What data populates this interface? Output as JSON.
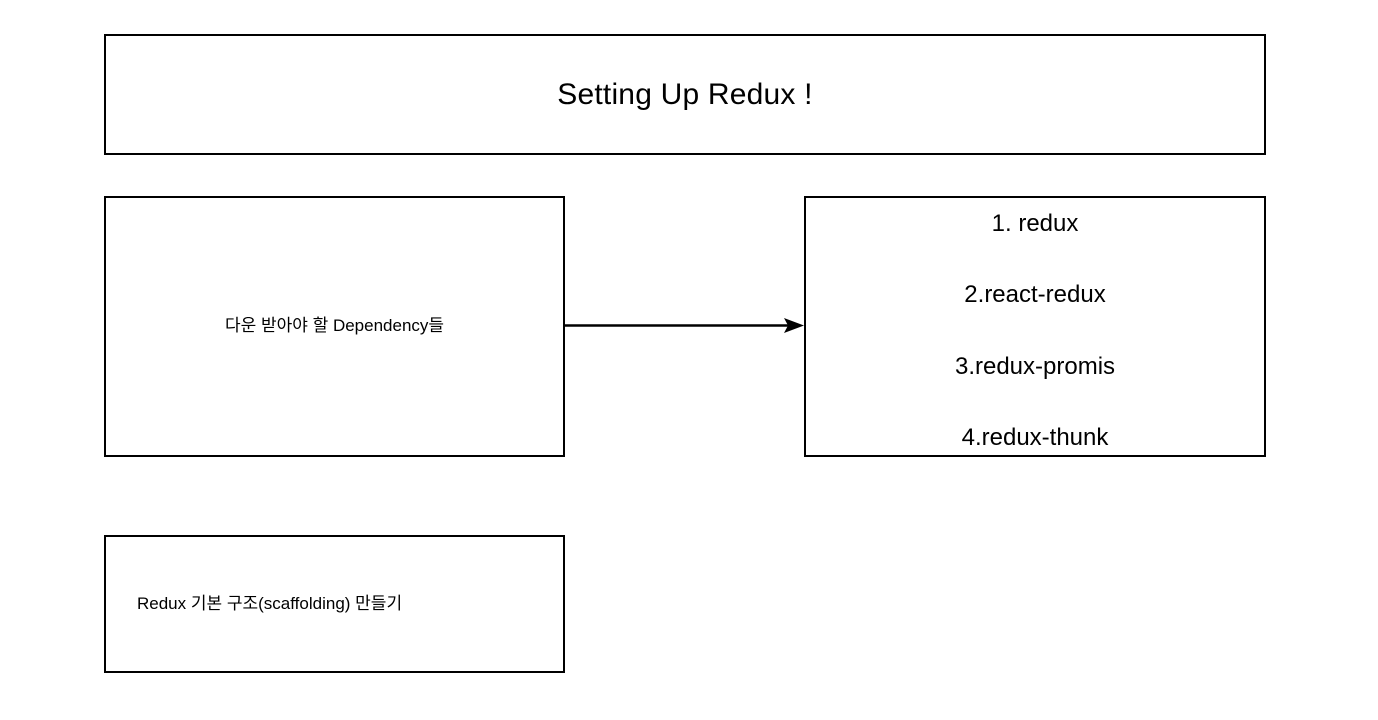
{
  "diagram": {
    "title_box": {
      "text": "Setting Up Redux !"
    },
    "dependencies_box": {
      "text": "다운 받아야 할 Dependency들"
    },
    "package_list_box": {
      "items": [
        "1. redux",
        "2.react-redux",
        "3.redux-promis",
        "4.redux-thunk"
      ]
    },
    "scaffolding_box": {
      "text": "Redux 기본 구조(scaffolding) 만들기"
    },
    "connector": {
      "name": "arrow-right-icon",
      "from": "dependencies_box",
      "to": "package_list_box",
      "direction": "right"
    },
    "colors": {
      "background": "#ffffff",
      "stroke": "#000000",
      "text": "#000000"
    }
  }
}
